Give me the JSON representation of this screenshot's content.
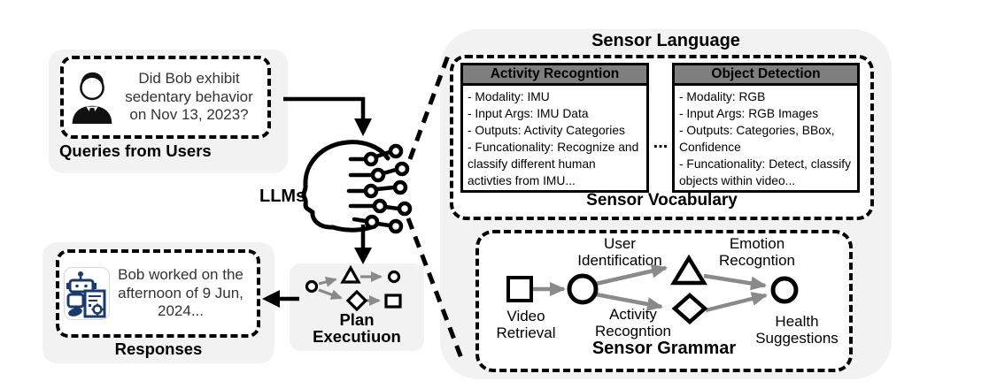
{
  "colors": {
    "panel_bg": "#f2f2f3",
    "card_header_bg": "#7f7f7f",
    "arrow_gray": "#8a8a8a",
    "outline_black": "#000000",
    "robot_navy": "#1b3a6b",
    "body_text": "#333333"
  },
  "icons": {
    "user": "user-silhouette-icon",
    "robot": "robot-assistant-icon",
    "llm": "llm-head-circuit-icon",
    "plan_graph": "plan-mini-graph",
    "grammar_graph": "sensor-grammar-graph"
  },
  "query_panel": {
    "text": "Did Bob exhibit sedentary behavior on Nov 13, 2023?",
    "label": "Queries from Users"
  },
  "llm": {
    "label": "LLMs"
  },
  "plan": {
    "label": "Plan Executiuon"
  },
  "responses": {
    "text": "Bob worked on the afternoon of 9 Jun, 2024...",
    "label": "Responses"
  },
  "sensor_language": {
    "title": "Sensor Language",
    "vocabulary_label": "Sensor Vocabulary",
    "ellipsis": "...",
    "cards": [
      {
        "title": "Activity Recogntion",
        "lines": [
          "- Modality: IMU",
          "- Input Args: IMU Data",
          "- Outputs: Activity Categories",
          "- Funcationality: Recognize and classify different human activties from IMU..."
        ]
      },
      {
        "title": "Object Detection",
        "lines": [
          "- Modality: RGB",
          "- Input Args: RGB Images",
          "- Outputs: Categories, BBox, Confidence",
          "- Funcationality: Detect, classify objects within video..."
        ]
      }
    ]
  },
  "sensor_grammar": {
    "title": "Sensor Grammar",
    "labels": {
      "video_retrieval": "Video Retrieval",
      "user_identification": "User Identification",
      "activity_recogntion": "Activity Recogntion",
      "emotion_recogntion": "Emotion Recogntion",
      "health_suggestions": "Health Suggestions"
    }
  }
}
